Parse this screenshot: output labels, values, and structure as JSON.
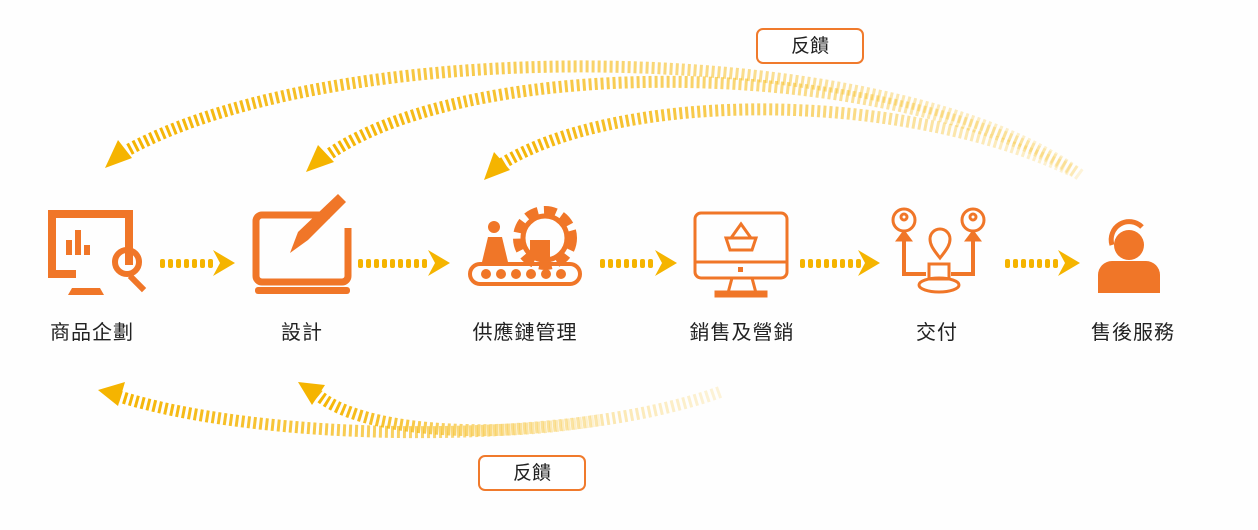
{
  "colors": {
    "icon": "#F07628",
    "arrow": "#F5B400",
    "feedback_border": "#F07A2C"
  },
  "steps": [
    {
      "label": "商品企劃",
      "icon": "monitor-chart-search-icon"
    },
    {
      "label": "設計",
      "icon": "laptop-pen-icon"
    },
    {
      "label": "供應鏈管理",
      "icon": "gear-conveyor-icon"
    },
    {
      "label": "銷售及營銷",
      "icon": "monitor-basket-icon"
    },
    {
      "label": "交付",
      "icon": "delivery-location-icon"
    },
    {
      "label": "售後服務",
      "icon": "headset-agent-icon"
    }
  ],
  "feedback_top": "反饋",
  "feedback_bottom": "反饋"
}
